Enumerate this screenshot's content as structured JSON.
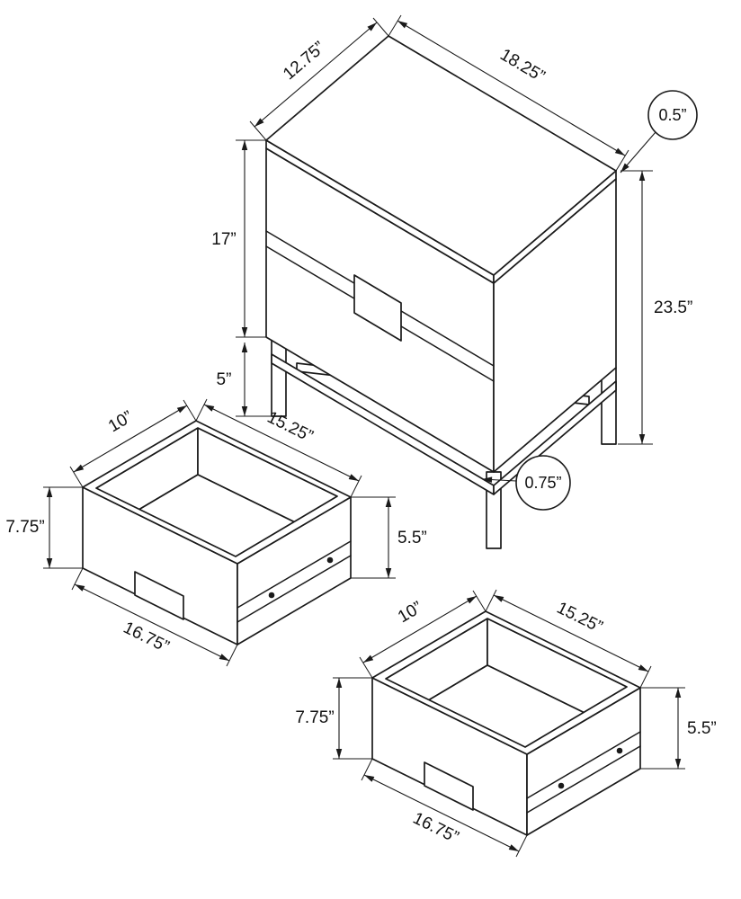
{
  "page": {
    "background": "#ffffff",
    "line_color": "#1a1a1a"
  },
  "diagram": {
    "nightstand": {
      "top_depth": "12.75”",
      "top_width": "18.25”",
      "top_thickness": "0.5”",
      "cabinet_height": "17”",
      "base_height": "5”",
      "overall_height": "23.5”",
      "frame_tube": "0.75”"
    },
    "drawer_left": {
      "width": "10”",
      "depth": "15.25”",
      "front_height": "7.75”",
      "side_height": "5.5”",
      "front_width": "16.75”"
    },
    "drawer_right": {
      "width": "10”",
      "depth": "15.25”",
      "front_height": "7.75”",
      "side_height": "5.5”",
      "front_width": "16.75”"
    }
  }
}
